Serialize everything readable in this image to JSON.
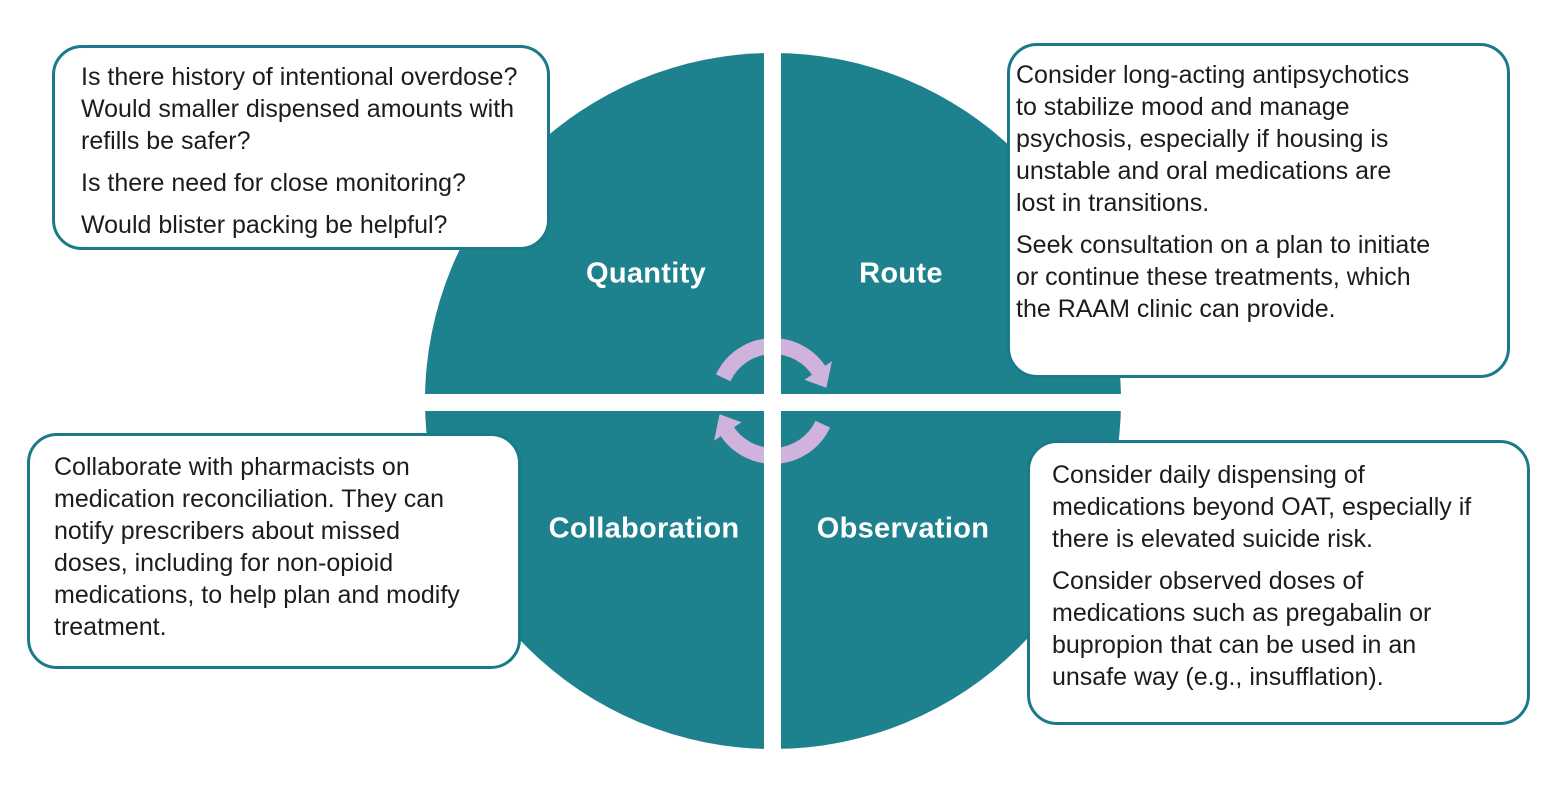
{
  "colors": {
    "teal": "#1E818E",
    "teal_border": "#1A7A89",
    "lavender": "#CFB3DC",
    "text": "#1C1C1C",
    "background": "#FFFFFF",
    "label_text": "#FFFFFF"
  },
  "center_icon": {
    "name": "cycle-arrows-icon"
  },
  "quadrants": [
    {
      "id": "quantity",
      "label": "Quantity",
      "callout_paragraphs": [
        "Is there history of intentional overdose? Would smaller dispensed amounts with refills be safer?",
        "Is there need for close monitoring?",
        "Would blister packing be helpful?"
      ]
    },
    {
      "id": "route",
      "label": "Route",
      "callout_paragraphs": [
        "Consider long-acting antipsychotics to stabilize mood and manage psychosis, especially if housing is unstable and oral medications are lost in transitions.",
        "Seek consultation on a plan to initiate or continue these treatments, which the RAAM clinic can provide."
      ]
    },
    {
      "id": "collaboration",
      "label": "Collaboration",
      "callout_paragraphs": [
        "Collaborate with pharmacists on medication reconciliation. They can notify prescribers about missed doses, including for non-opioid medications, to help plan and modify treatment."
      ]
    },
    {
      "id": "observation",
      "label": "Observation",
      "callout_paragraphs": [
        "Consider daily dispensing of medications beyond OAT, especially if there is elevated suicide risk.",
        "Consider observed doses of medications such as pregabalin or bupropion that can be used in an unsafe way (e.g., insufflation)."
      ]
    }
  ]
}
